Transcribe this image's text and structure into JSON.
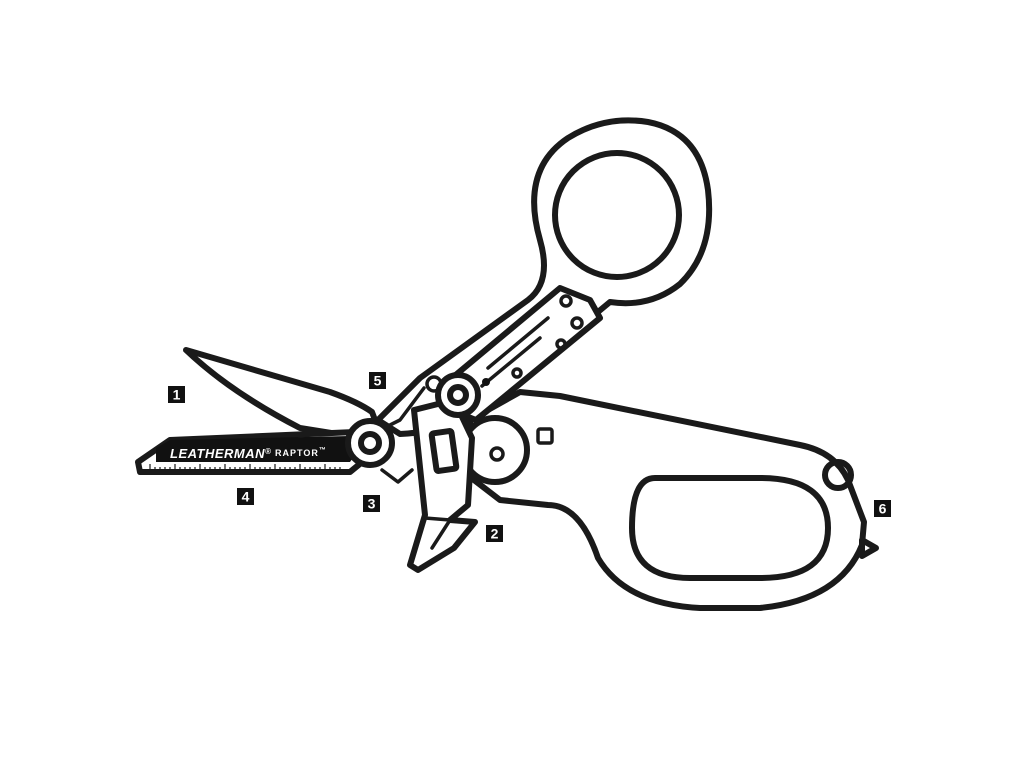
{
  "tool": {
    "brand": "LEATHERMAN",
    "brand_mark": "®",
    "model": "RAPTOR",
    "model_mark": "™"
  },
  "callouts": [
    {
      "id": "1",
      "label": "1"
    },
    {
      "id": "2",
      "label": "2"
    },
    {
      "id": "3",
      "label": "3"
    },
    {
      "id": "4",
      "label": "4"
    },
    {
      "id": "5",
      "label": "5"
    },
    {
      "id": "6",
      "label": "6"
    }
  ],
  "colors": {
    "outline": "#1a1a1a",
    "callout_bg": "#111111",
    "callout_fg": "#ffffff",
    "background": "#ffffff"
  }
}
